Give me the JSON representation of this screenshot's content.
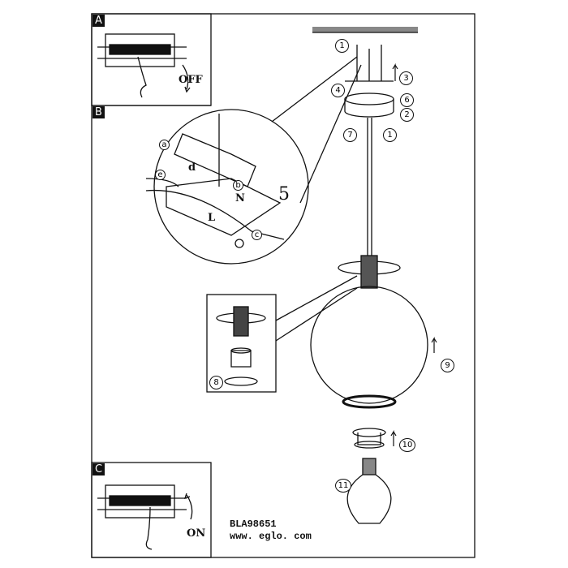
{
  "panels": {
    "a": "A",
    "b": "B",
    "c": "C"
  },
  "switch_labels": {
    "off": "OFF",
    "on": "ON"
  },
  "detail_step": "5",
  "wire_letters": {
    "a": "a",
    "b": "b",
    "c": "c",
    "d": "d",
    "e": "e",
    "l": "L",
    "n": "N"
  },
  "steps": [
    "1",
    "2",
    "3",
    "4",
    "6",
    "7",
    "1",
    "8",
    "9",
    "10",
    "11"
  ],
  "footer": {
    "model": "BLA98651",
    "website": "www. eglo. com"
  }
}
